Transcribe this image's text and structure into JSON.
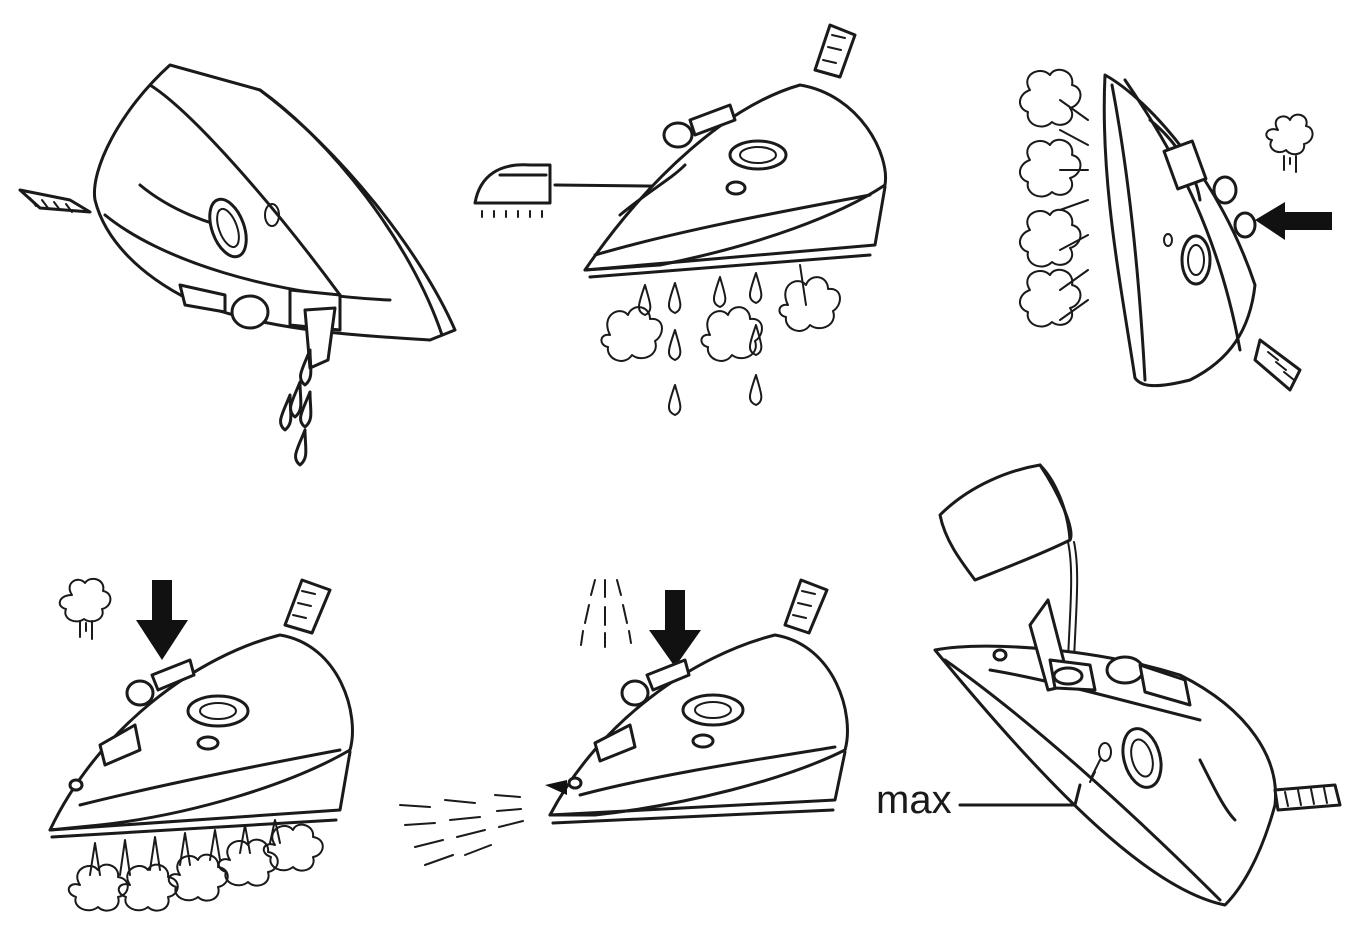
{
  "figure": {
    "panels": [
      {
        "id": "empty-water",
        "label": ""
      },
      {
        "id": "steam-control",
        "label": ""
      },
      {
        "id": "vertical-steam",
        "label": ""
      },
      {
        "id": "steam-burst",
        "label": ""
      },
      {
        "id": "spray",
        "label": ""
      },
      {
        "id": "fill-water",
        "label": "max"
      }
    ],
    "line_color": "#1a1a1a",
    "background": "#ffffff",
    "icons": [
      "iron-soleplate-icon",
      "steam-cloud-icon",
      "arrow-down-icon",
      "arrow-left-icon",
      "spray-icon"
    ]
  }
}
